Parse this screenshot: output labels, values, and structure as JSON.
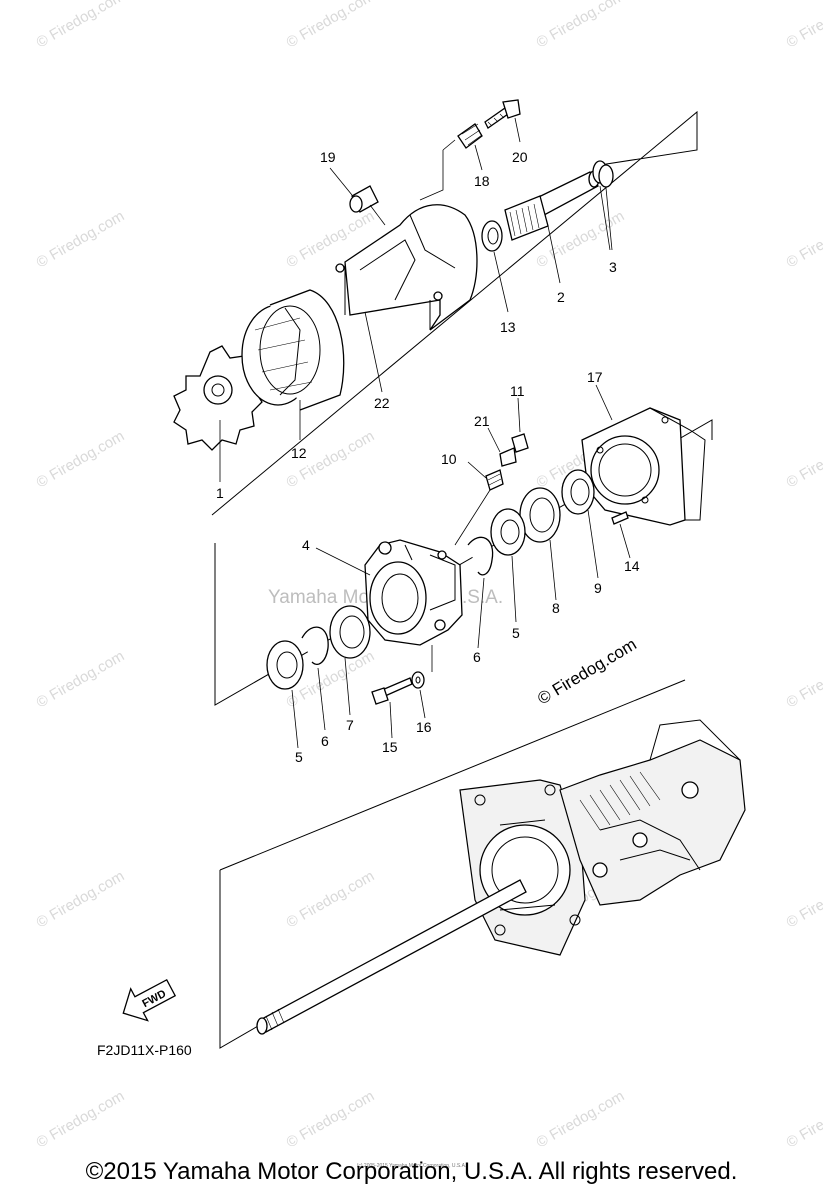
{
  "diagram": {
    "center_watermark": "Yamaha Motor Corp. U.S.A.",
    "repeat_watermark": "© Firedog.com",
    "diagonal_stamp": "© Firedog.com",
    "drawing_code": "F2JD11X-P160",
    "fwd_label": "FWD",
    "callouts": {
      "c1": "1",
      "c2": "2",
      "c3": "3",
      "c4": "4",
      "c5a": "5",
      "c5b": "5",
      "c6a": "6",
      "c6b": "6",
      "c7": "7",
      "c8": "8",
      "c9": "9",
      "c10": "10",
      "c11": "11",
      "c12": "12",
      "c13": "13",
      "c14": "14",
      "c15": "15",
      "c16": "16",
      "c17": "17",
      "c18": "18",
      "c19": "19",
      "c20": "20",
      "c21": "21",
      "c22": "22"
    }
  },
  "footer": {
    "copyright": "©2015 Yamaha Motor Corporation, U.S.A. All rights reserved.",
    "tiny_credit": "(c) 2005-2015 Yamaha Motor Corporation, U.S.A."
  }
}
